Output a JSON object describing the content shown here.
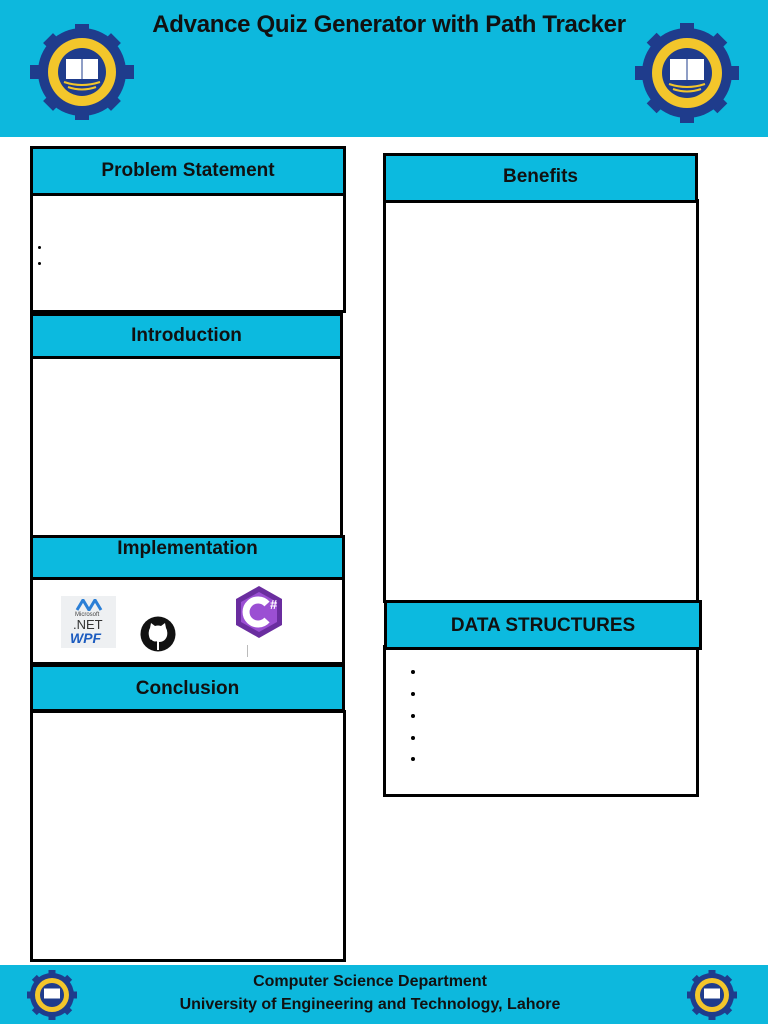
{
  "poster": {
    "title": "Advance Quiz Generator with Path Tracker",
    "footer_line1": "Computer Science Department",
    "footer_line2": "University of Engineering and Technology, Lahore"
  },
  "sections": {
    "problem_statement": "Problem Statement",
    "introduction": "Introduction",
    "implementation": "Implementation",
    "conclusion": "Conclusion",
    "benefits": "Benefits",
    "data_structures": "DATA STRUCTURES"
  },
  "tech_logos": {
    "dotnet_small": "Microsoft",
    "dotnet_main": ".NET",
    "wpf": "WPF",
    "csharp_mark": "#"
  },
  "colors": {
    "banner": "#0db8dd",
    "header": "#0cbadf",
    "border": "#000000"
  }
}
